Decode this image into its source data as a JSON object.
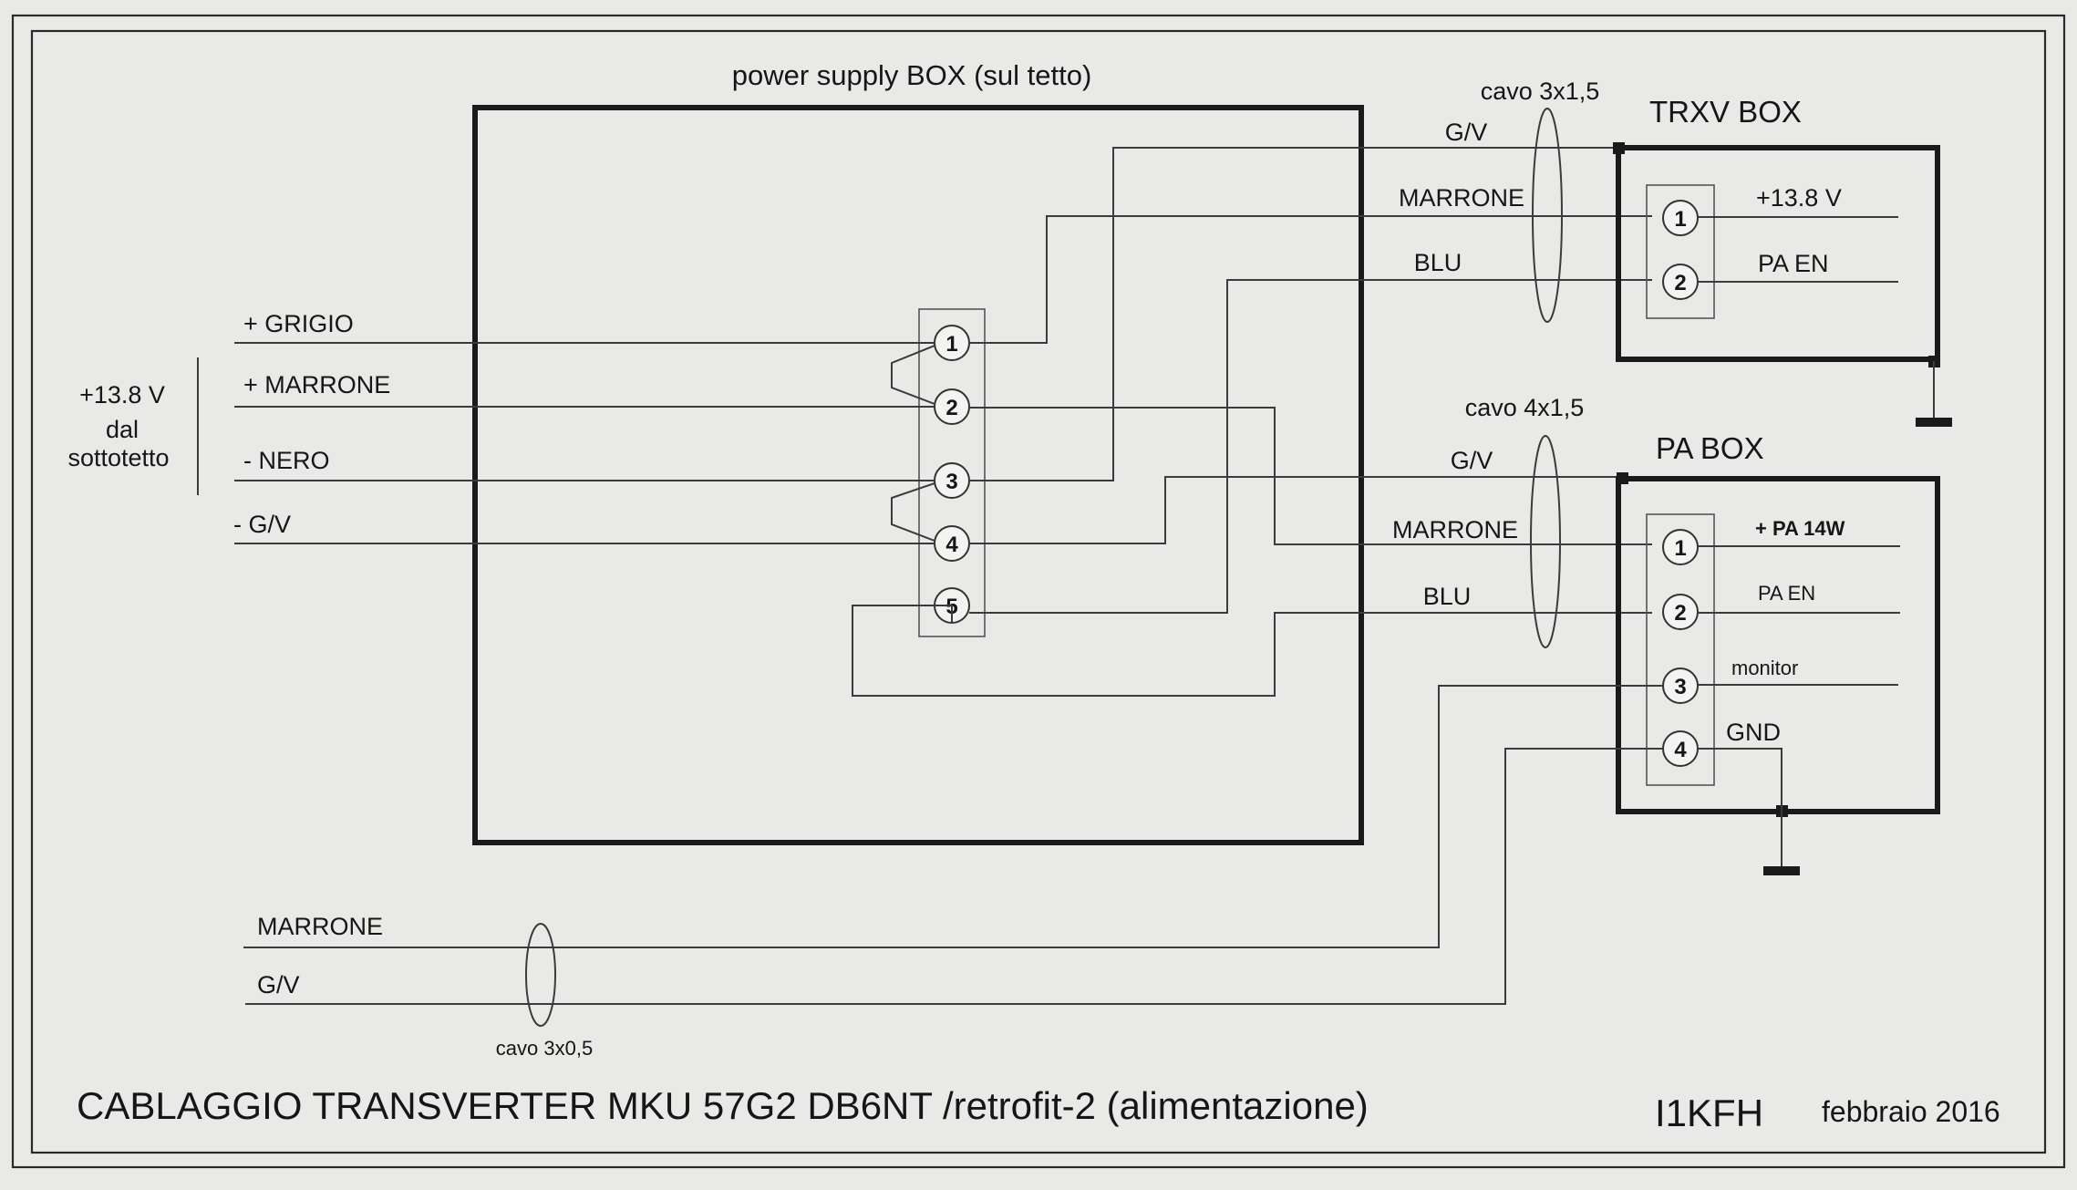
{
  "document": {
    "title": "CABLAGGIO TRANSVERTER MKU 57G2 DB6NT /retrofit-2 (alimentazione)",
    "author": "I1KFH",
    "date": "febbraio 2016"
  },
  "power_supply": {
    "title": "power supply BOX (sul tetto)",
    "pins": [
      "1",
      "2",
      "3",
      "4",
      "5"
    ]
  },
  "input": {
    "supply_line1": "+13.8 V",
    "supply_line2": "dal",
    "supply_line3": "sottotetto",
    "wires": [
      "+ GRIGIO",
      "+ MARRONE",
      "- NERO",
      "- G/V"
    ]
  },
  "trxv": {
    "title": "TRXV BOX",
    "cable": "cavo 3x1,5",
    "wires": [
      "G/V",
      "MARRONE",
      "BLU"
    ],
    "pins": [
      "1",
      "2"
    ],
    "pin_labels": [
      "+13.8 V",
      "PA EN"
    ]
  },
  "pa": {
    "title": "PA BOX",
    "cable": "cavo 4x1,5",
    "wires": [
      "G/V",
      "MARRONE",
      "BLU"
    ],
    "pins": [
      "1",
      "2",
      "3",
      "4"
    ],
    "pin_labels": [
      "+ PA 14W",
      "PA EN",
      "monitor",
      "GND"
    ]
  },
  "monitor_cable": {
    "cable": "cavo 3x0,5",
    "wires": [
      "MARRONE",
      "G/V"
    ]
  }
}
